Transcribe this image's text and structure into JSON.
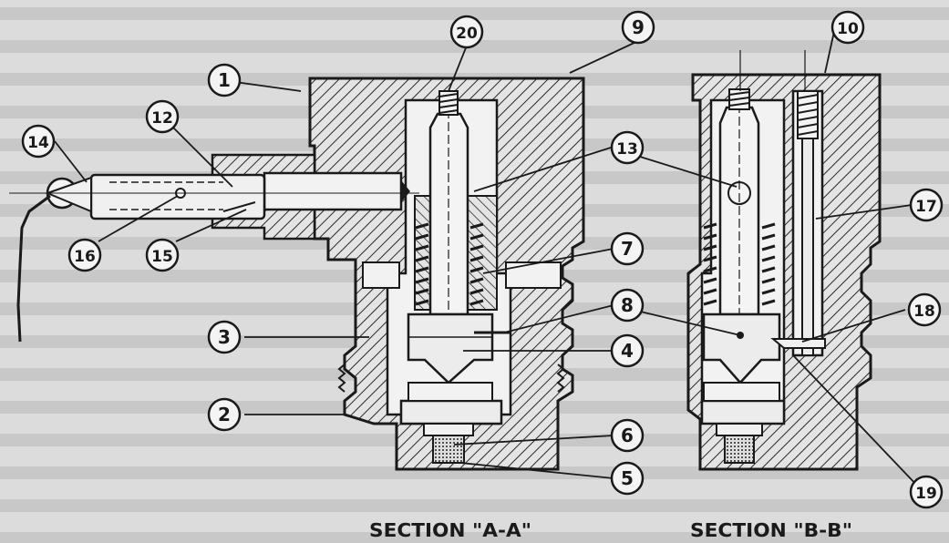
{
  "captions": {
    "section_a": "SECTION \"A-A\"",
    "section_b": "SECTION \"B-B\""
  },
  "callouts": [
    "1",
    "2",
    "3",
    "4",
    "5",
    "6",
    "7",
    "8",
    "9",
    "10",
    "12",
    "13",
    "14",
    "15",
    "16",
    "17",
    "18",
    "19",
    "20"
  ],
  "colors": {
    "ink": "#1a1a1a",
    "paper": "#dcdcdc",
    "hatch": "#2a2a2a",
    "text_bg": "#9a9a9a"
  }
}
